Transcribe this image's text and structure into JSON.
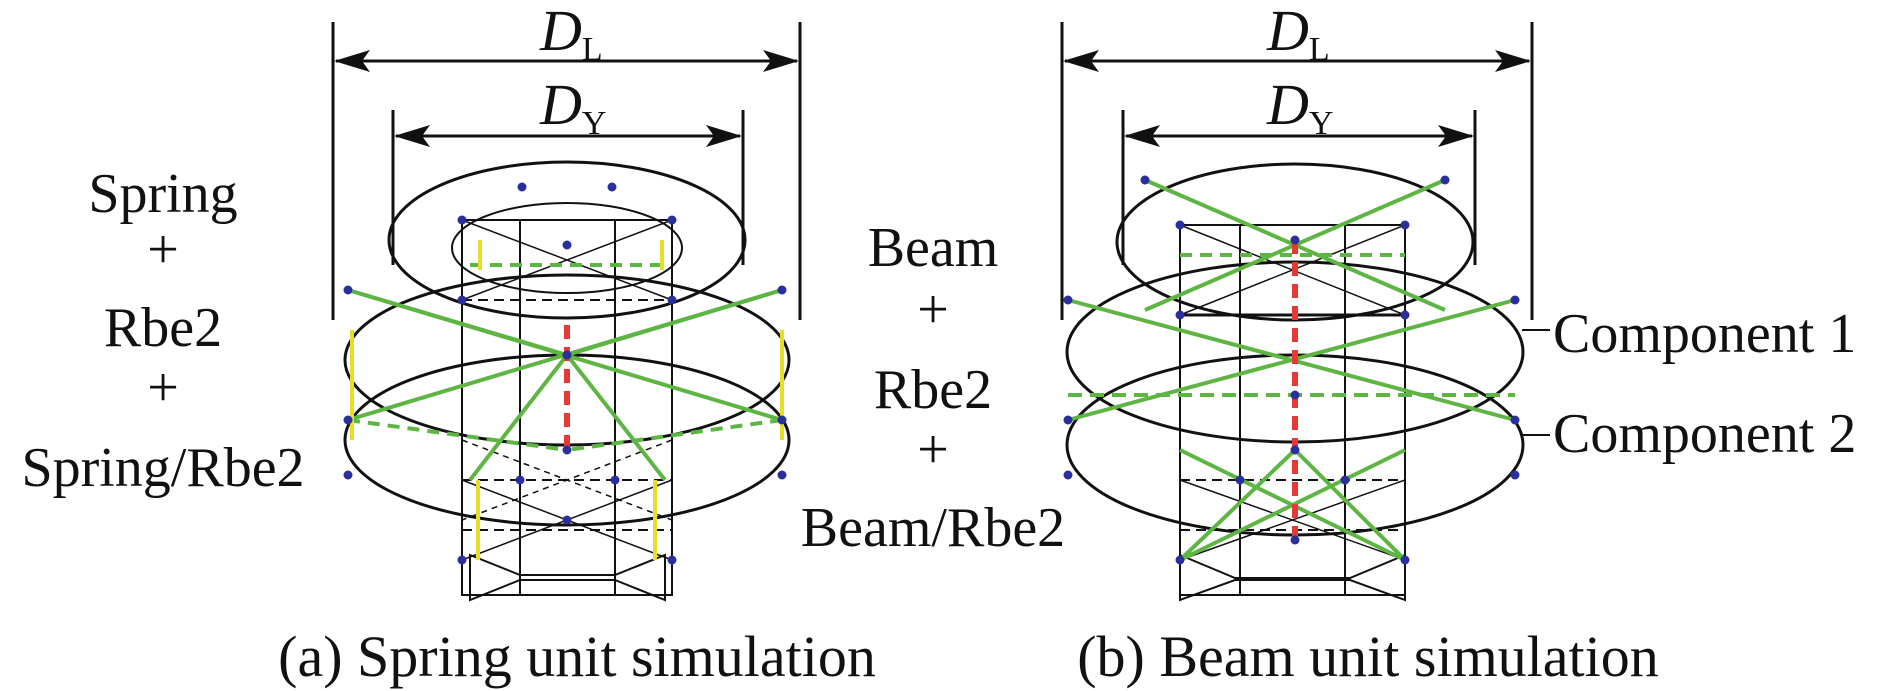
{
  "left": {
    "dim_outer": {
      "main": "D",
      "sub": "L"
    },
    "dim_inner": {
      "main": "D",
      "sub": "Y"
    },
    "stack": [
      "Spring",
      "+",
      "Rbe2",
      "+",
      "Spring/Rbe2"
    ],
    "caption": "(a) Spring unit simulation"
  },
  "right": {
    "dim_outer": {
      "main": "D",
      "sub": "L"
    },
    "dim_inner": {
      "main": "D",
      "sub": "Y"
    },
    "stack": [
      "Beam",
      "+",
      "Rbe2",
      "+",
      "Beam/Rbe2"
    ],
    "component_labels": [
      "Component 1",
      "Component 2"
    ],
    "caption": "(b) Beam unit simulation"
  },
  "colors": {
    "line": "#111111",
    "green": "#5fb544",
    "red": "#e53935",
    "yellow": "#e6df2a",
    "node": "#2a2f9c"
  }
}
